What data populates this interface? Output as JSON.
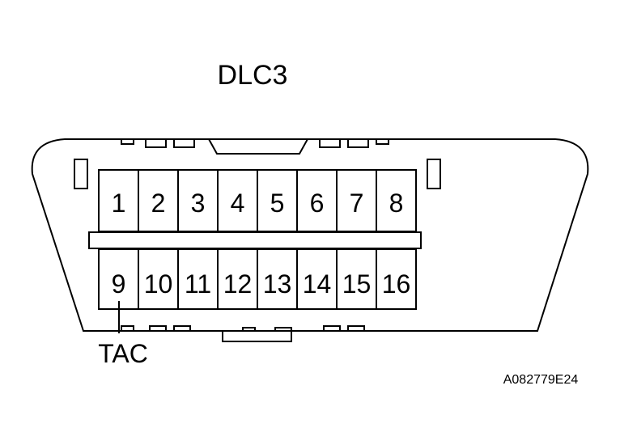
{
  "title": "DLC3",
  "connector": {
    "top_row_pins": [
      "1",
      "2",
      "3",
      "4",
      "5",
      "6",
      "7",
      "8"
    ],
    "bottom_row_pins": [
      "9",
      "10",
      "11",
      "12",
      "13",
      "14",
      "15",
      "16"
    ]
  },
  "callout": {
    "label": "TAC",
    "pin": "9"
  },
  "figure_id": "A082779E24"
}
